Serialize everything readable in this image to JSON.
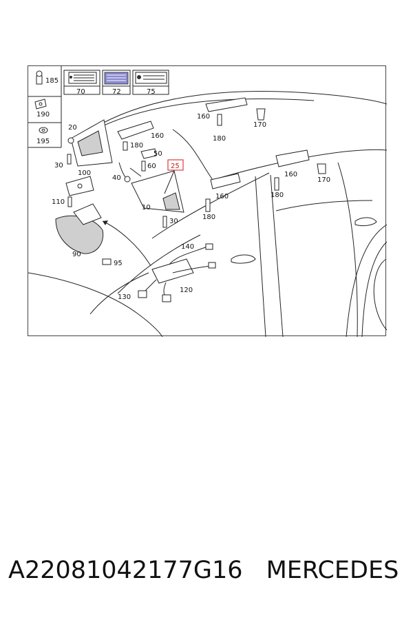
{
  "diagram": {
    "callouts": {
      "c185": "185",
      "c190": "190",
      "c195": "195",
      "c70": "70",
      "c72": "72",
      "c75": "75",
      "c20": "20",
      "c30a": "30",
      "c100": "100",
      "c110": "110",
      "c90": "90",
      "c95": "95",
      "c160a": "160",
      "c180a": "180",
      "c50": "50",
      "c40": "40",
      "c60": "60",
      "c25": "25",
      "c10": "10",
      "c30b": "30",
      "c140": "140",
      "c130": "130",
      "c120": "120",
      "c160b": "160",
      "c180b": "180",
      "c170a": "170",
      "c160c": "160",
      "c180c": "180",
      "c160d": "160",
      "c180d": "180",
      "c170b": "170"
    },
    "highlighted_part": "25"
  },
  "caption": {
    "part_number": "A22081042177G16",
    "brand": "MERCEDES"
  }
}
